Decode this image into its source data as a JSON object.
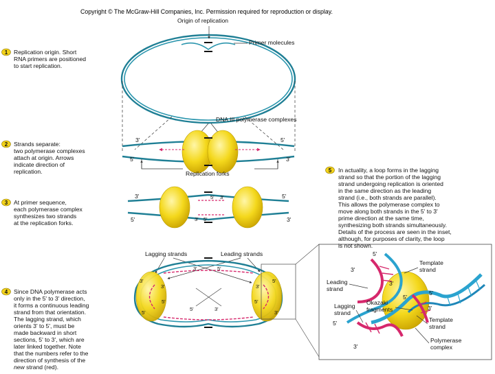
{
  "header": {
    "copyright": "Copyright © The McGraw-Hill Companies, Inc. Permission required for reproduction or display."
  },
  "labels": {
    "origin": "Origin of replication",
    "primer": "Primer molecules",
    "polymerase_complexes": "DNA III polymerase complexes",
    "replication_forks": "Replication forks",
    "lagging_strands": "Lagging strands",
    "leading_strands": "Leading strands"
  },
  "steps": [
    {
      "num": "1",
      "lines": [
        "Replication origin. Short",
        "RNA primers are positioned",
        "to start replication."
      ]
    },
    {
      "num": "2",
      "lines": [
        "Strands separate:",
        "two polymerase complexes",
        "attach at origin. Arrows",
        "indicate direction of",
        "replication."
      ]
    },
    {
      "num": "3",
      "lines": [
        "At primer sequence,",
        "each polymerase complex",
        "synthesizes two strands",
        "at the replication forks."
      ]
    },
    {
      "num": "4",
      "lines": [
        "Since DNA polymerase acts",
        "only in the 5' to 3' direction,",
        "it forms a continuous leading",
        "strand from that orientation.",
        "The lagging strand, which",
        "orients 3' to 5', must be",
        "made backward in short",
        "sections, 5' to 3', which are",
        "later linked together. Note",
        "that the numbers refer to the",
        "direction of synthesis of the"
      ],
      "last_italic": "new",
      "last_rest": " strand (red)."
    },
    {
      "num": "5",
      "lines": [
        "In actuality, a loop forms in the lagging",
        "strand so that the portion of the lagging",
        "strand undergoing replication is oriented",
        "in the same direction as the leading",
        "strand (i.e., both strands are parallel).",
        "This allows the polymerase complex to",
        "move along both strands in the 5' to 3'",
        "prime direction at the same time,",
        "synthesizing both strands simultaneously.",
        "Details of the process are seen in the inset,",
        "although, for purposes of clarity, the loop",
        "is not shown."
      ]
    }
  ],
  "ends": {
    "p3": "3'",
    "p5": "5'"
  },
  "inset": {
    "template_top": [
      "Template",
      "strand"
    ],
    "leading": [
      "Leading",
      "strand"
    ],
    "okazaki": [
      "Okazaki",
      "fragments"
    ],
    "lagging": [
      "Lagging",
      "strand"
    ],
    "template_bottom": [
      "Template",
      "strand"
    ],
    "polymerase": [
      "Polymerase",
      "complex"
    ]
  },
  "colors": {
    "dna": "#1f7f95",
    "new_strand": "#d6286c",
    "polymerase": "#f2d21a",
    "polymerase_edge": "#b89a00"
  }
}
